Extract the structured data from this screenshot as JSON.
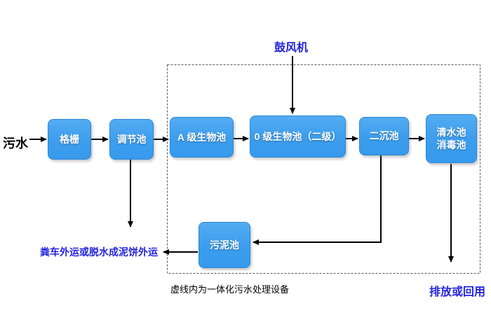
{
  "flowchart": {
    "influent_label": "污水",
    "blower_label": "鼓风机",
    "nodes": {
      "screen": "格栅",
      "regulating_tank": "调节池",
      "a_bio_tank": "A 级生物池",
      "o_bio_tank": "0 级生物池（二级）",
      "secondary_clarifier": "二沉池",
      "clear_water_tank_line1": "清水池",
      "clear_water_tank_line2": "消毒池",
      "sludge_tank": "污泥池"
    },
    "sludge_disposal_label": "粪车外运或脱水成泥饼外运",
    "dashed_box_caption": "虚线内为一体化污水处理设备",
    "discharge_label": "排放或回用",
    "colors": {
      "node_fill": "#3c9ded",
      "node_border": "#2d87d3",
      "node_text": "#ffffff",
      "accent_text_blue": "#2323dd",
      "plain_text": "#000000",
      "arrow": "#000000",
      "dashed_boundary": "#555555"
    }
  }
}
